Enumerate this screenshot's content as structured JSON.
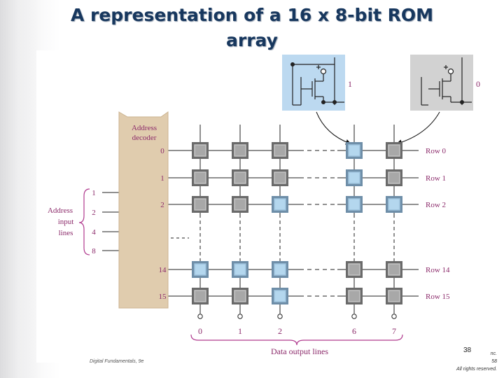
{
  "slide": {
    "title_line1": "A representation of a 16 x 8-bit ROM",
    "title_line2": "array",
    "slide_number": "38",
    "footer_left": "Digital Fundamentals, 9e",
    "footer_right_line1": "nc.",
    "footer_right_line2": "58",
    "footer_right_line3": "All rights reserved."
  },
  "diagram": {
    "decoder_label_line1": "Address",
    "decoder_label_line2": "decoder",
    "decoder_outputs": [
      "0",
      "1",
      "2",
      "14",
      "15"
    ],
    "address_label_line1": "Address",
    "address_label_line2": "input",
    "address_label_line3": "lines",
    "address_inputs": [
      "1",
      "2",
      "4",
      "8"
    ],
    "rows": [
      {
        "label": "Row 0",
        "bits": [
          0,
          0,
          0,
          1,
          0
        ]
      },
      {
        "label": "Row 1",
        "bits": [
          0,
          0,
          0,
          1,
          0
        ]
      },
      {
        "label": "Row 2",
        "bits": [
          0,
          0,
          1,
          1,
          1
        ]
      },
      {
        "label": "Row 14",
        "bits": [
          1,
          1,
          1,
          0,
          0
        ]
      },
      {
        "label": "Row 15",
        "bits": [
          0,
          0,
          1,
          0,
          0
        ]
      }
    ],
    "columns": [
      "0",
      "1",
      "2",
      "6",
      "7"
    ],
    "data_output_label": "Data output lines",
    "legend_one_label": "1",
    "legend_zero_label": "0",
    "colors": {
      "one_cell_fill": "#b4d7ee",
      "zero_cell_fill": "#a8a8a8",
      "one_panel": "#bcd9f0",
      "zero_panel": "#d2d2d2",
      "decoder_fill": "#e0ccae",
      "bracket": "#b03a8e",
      "label_text": "#8b2a6a",
      "title": "#17375e"
    }
  }
}
